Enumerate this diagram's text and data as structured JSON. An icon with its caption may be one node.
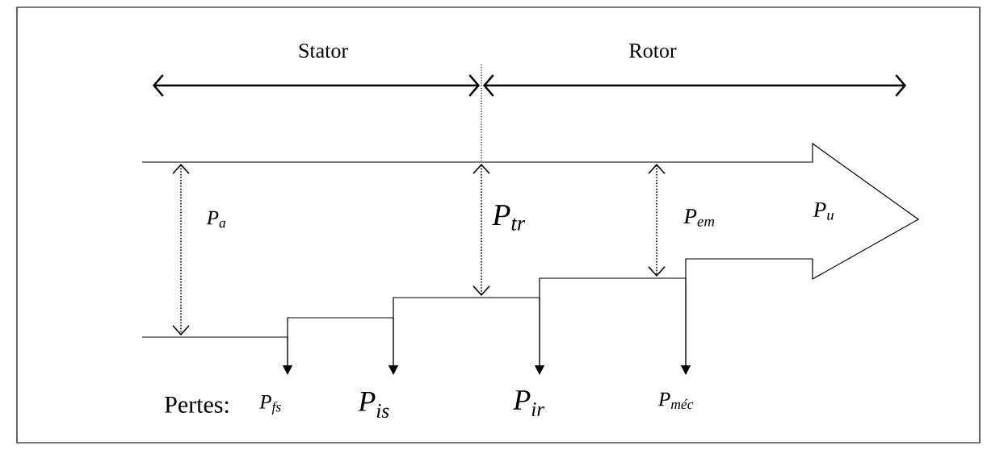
{
  "diagram": {
    "nodes": [
      {
        "text": [
          "P$_{u}$"
        ]
      },
      {
        "text": [
          "P$_{fs}$"
        ]
      },
      {
        "text": [
          "P$_{is}$"
        ]
      },
      {
        "text": [
          "P$_{ir}$"
        ]
      },
      {
        "text": [
          "P$_{méc}$"
        ]
      }
    ],
    "edges": [
      {
        "from": 0,
        "to": 1,
        "arrow": "to"
      },
      {
        "from": 0,
        "to": 2,
        "arrow": "to"
      },
      {
        "from": 0,
        "to": 3,
        "arrow": "to"
      },
      {
        "from": 0,
        "to": 4,
        "arrow": "to"
      }
    ],
    "labels": [
      "Stator",
      "Rotor",
      "P$_{a}$",
      "P$_{tr}$",
      "P$_{em}$",
      "Pertes:"
    ]
  }
}
